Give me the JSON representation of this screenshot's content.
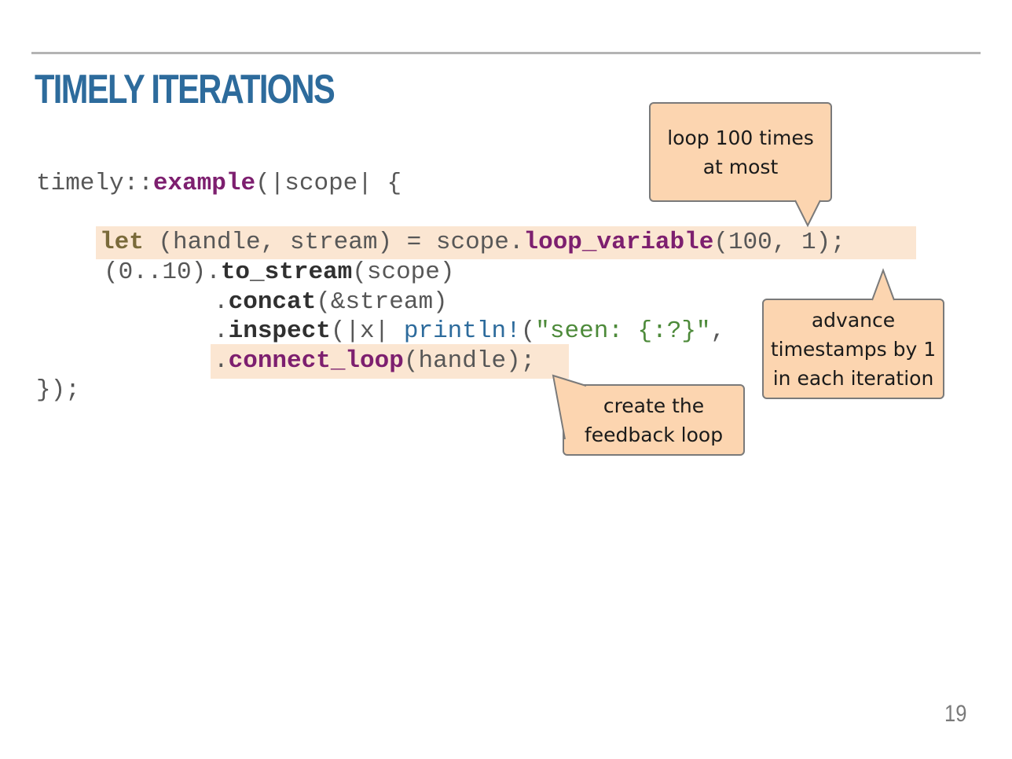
{
  "slide": {
    "title": "TIMELY ITERATIONS",
    "page_number": "19"
  },
  "code": {
    "line1": {
      "a": "timely::",
      "b": "example",
      "c": "(|scope| {"
    },
    "line2": {
      "a": "let",
      "b": " (handle, stream) = scope.",
      "c": "loop_variable",
      "d": "(100, 1);"
    },
    "line3": {
      "a": "(0..10).",
      "b": "to_stream",
      "c": "(scope)"
    },
    "line4": {
      "a": ".",
      "b": "concat",
      "c": "(&stream)"
    },
    "line5": {
      "a": ".",
      "b": "inspect",
      "c": "(|x| ",
      "d": "println!",
      "e": "(",
      "f": "\"seen: {:?}\"",
      "g": ","
    },
    "line6": {
      "a": ".",
      "b": "connect_loop",
      "c": "(handle);"
    },
    "line7": {
      "a": "});"
    }
  },
  "callouts": {
    "loop_limit": {
      "line1": "loop 100 times",
      "line2": "at most"
    },
    "advance": {
      "line1": "advance",
      "line2": "timestamps by 1",
      "line3": "in each iteration"
    },
    "feedback": {
      "line1": "create the",
      "line2": "feedback loop"
    }
  },
  "colors": {
    "title": "#2d6b9c",
    "highlight": "#fbe6d2",
    "callout_fill": "#fcd5b0",
    "function_name": "#7d1f6f"
  }
}
